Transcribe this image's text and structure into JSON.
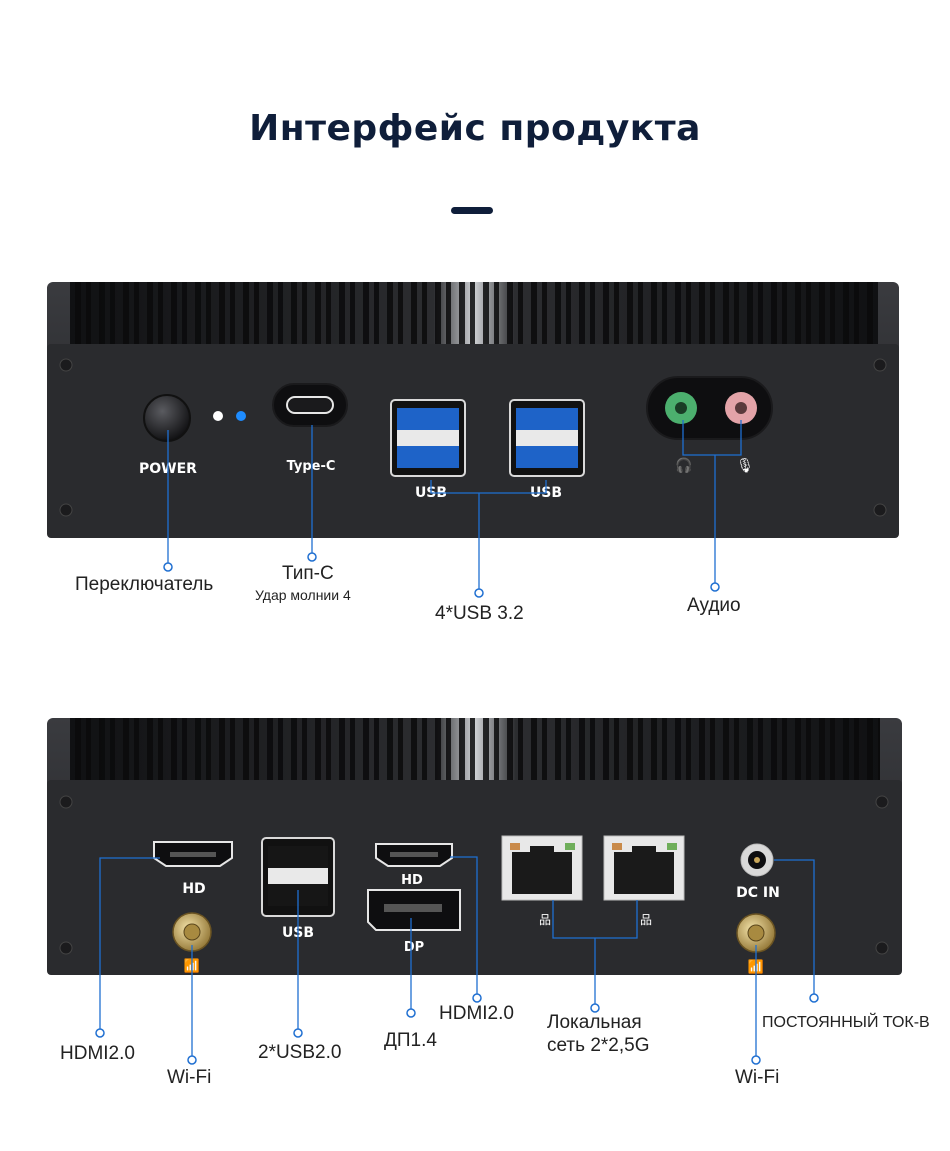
{
  "page": {
    "title": "Интерфейс продукта"
  },
  "front_panel": {
    "power_label": "POWER",
    "typec_label": "Type-C",
    "usb_label_left": "USB",
    "usb_label_right": "USB"
  },
  "back_panel": {
    "hd_label_left": "HD",
    "usb_label": "USB",
    "hd_label_mid": "HD",
    "dp_label": "DP",
    "dcin_label": "DC IN"
  },
  "callouts": {
    "switch": "Переключатель",
    "typec": "Тип-C",
    "typec_sub": "Удар молнии 4",
    "usb32": "4*USB 3.2",
    "audio": "Аудио",
    "hdmi_left": "HDMI2.0",
    "wifi_left": "Wi-Fi",
    "usb20": "2*USB2.0",
    "dp14": "ДП1.4",
    "hdmi_mid": "HDMI2.0",
    "lan_line1": "Локальная",
    "lan_line2": "сеть 2*2,5G",
    "dc": "ПОСТОЯННЫЙ ТОК-В",
    "wifi_right": "Wi-Fi"
  },
  "colors": {
    "title": "#0f1e3a",
    "chassis": "#2a2b2e",
    "callout_line": "#1f6fd1",
    "headphone_jack": "#4caf6e",
    "mic_jack": "#e3a3a8",
    "usb3_blue": "#1e63c8",
    "led_blue": "#1e8cff"
  }
}
